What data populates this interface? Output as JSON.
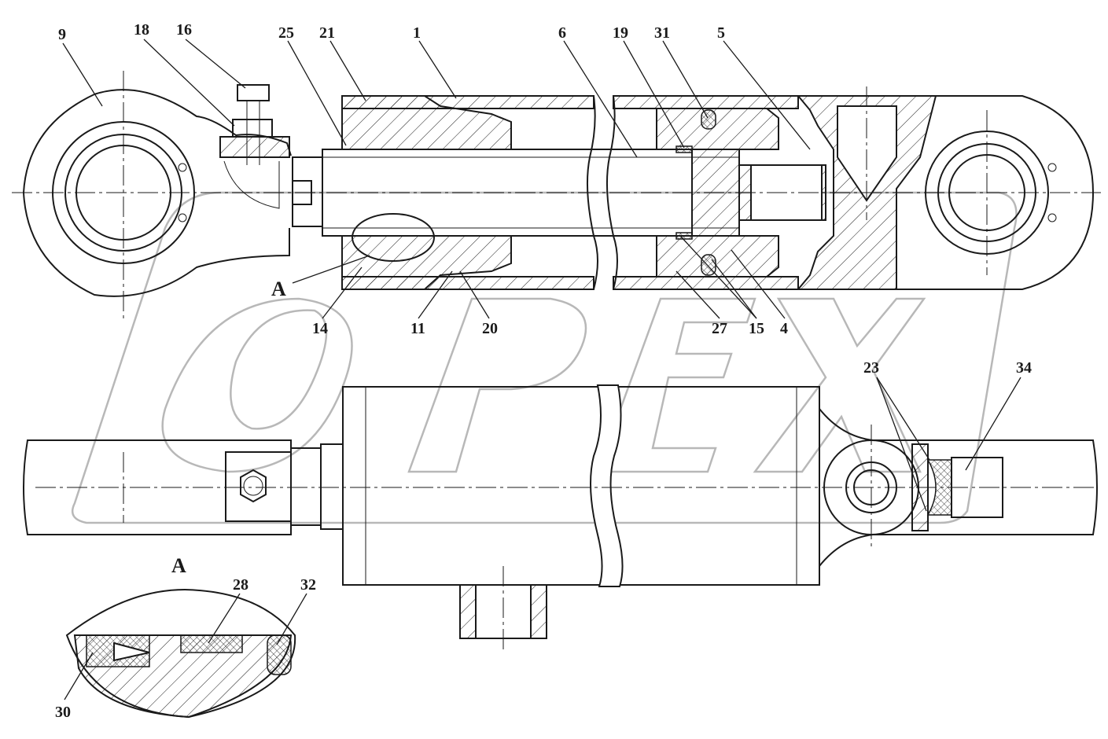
{
  "detail_view": {
    "letter": "A",
    "callouts": [
      "28",
      "32",
      "30"
    ]
  },
  "section_marker": {
    "letter": "A"
  },
  "callouts": {
    "upper": [
      "9",
      "18",
      "16",
      "25",
      "21",
      "1",
      "6",
      "19",
      "31",
      "5"
    ],
    "lower": [
      "14",
      "11",
      "20",
      "27",
      "15",
      "4"
    ],
    "right": [
      "23",
      "34"
    ]
  },
  "colors": {
    "line": "#1a1a1a",
    "watermark": "#b8b8b8",
    "background": "#ffffff"
  }
}
